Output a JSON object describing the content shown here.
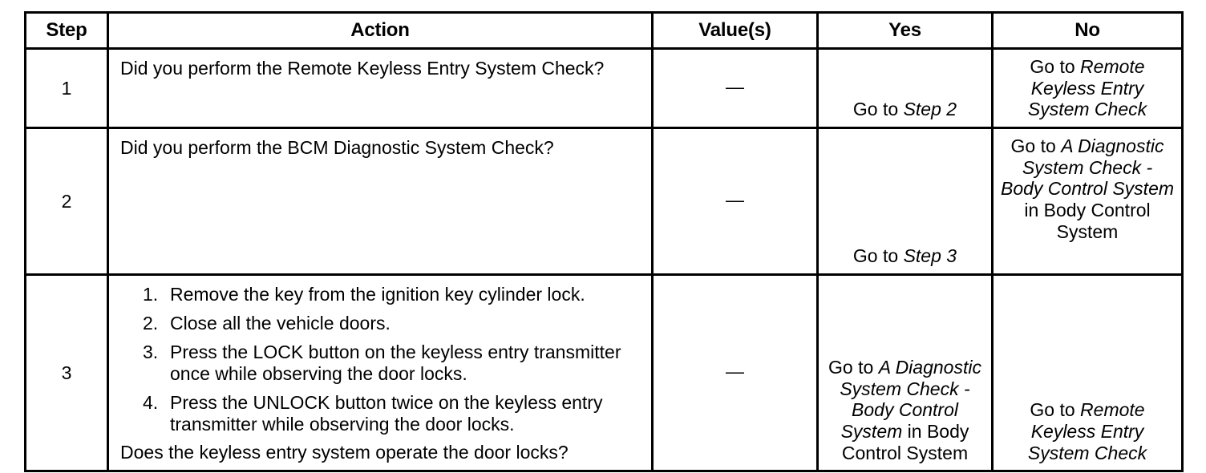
{
  "table": {
    "columns": [
      {
        "key": "step",
        "label": "Step"
      },
      {
        "key": "action",
        "label": "Action"
      },
      {
        "key": "value",
        "label": "Value(s)"
      },
      {
        "key": "yes",
        "label": "Yes"
      },
      {
        "key": "no",
        "label": "No"
      }
    ],
    "rows": [
      {
        "step": "1",
        "action": {
          "type": "paragraph",
          "text": "Did you perform the Remote Keyless Entry System Check?"
        },
        "value": "—",
        "yes": {
          "align": "bottom",
          "parts": [
            {
              "text": "Go to ",
              "italic": false
            },
            {
              "text": "Step 2",
              "italic": true
            }
          ]
        },
        "no": {
          "align": "top",
          "parts": [
            {
              "text": "Go to ",
              "italic": false
            },
            {
              "text": "Remote Keyless Entry System Check",
              "italic": true
            }
          ]
        }
      },
      {
        "step": "2",
        "action": {
          "type": "paragraph",
          "text": "Did you perform the BCM Diagnostic System Check?"
        },
        "value": "—",
        "yes": {
          "align": "bottom",
          "parts": [
            {
              "text": "Go to ",
              "italic": false
            },
            {
              "text": "Step 3",
              "italic": true
            }
          ]
        },
        "no": {
          "align": "top",
          "parts": [
            {
              "text": "Go to ",
              "italic": false
            },
            {
              "text": "A Diagnostic System Check - Body Control System",
              "italic": true
            },
            {
              "text": " in Body Control System",
              "italic": false
            }
          ]
        }
      },
      {
        "step": "3",
        "action": {
          "type": "list",
          "items": [
            {
              "num": "1.",
              "text": "Remove the key from the ignition key cylinder lock."
            },
            {
              "num": "2.",
              "text": "Close all the vehicle doors."
            },
            {
              "num": "3.",
              "text": "Press the LOCK button on the keyless entry transmitter once while observing the door locks."
            },
            {
              "num": "4.",
              "text": "Press the UNLOCK button twice on the keyless entry transmitter while observing the door locks."
            }
          ],
          "closing": "Does the keyless entry system operate the door locks?"
        },
        "value": "—",
        "yes": {
          "align": "bottom",
          "parts": [
            {
              "text": "Go to ",
              "italic": false
            },
            {
              "text": "A Diagnostic System Check - Body Control System",
              "italic": true
            },
            {
              "text": " in Body Control System",
              "italic": false
            }
          ]
        },
        "no": {
          "align": "bottom",
          "parts": [
            {
              "text": "Go to ",
              "italic": false
            },
            {
              "text": "Remote Keyless Entry System Check",
              "italic": true
            }
          ]
        }
      }
    ]
  },
  "style": {
    "ink": "#000000",
    "paper": "#ffffff"
  }
}
